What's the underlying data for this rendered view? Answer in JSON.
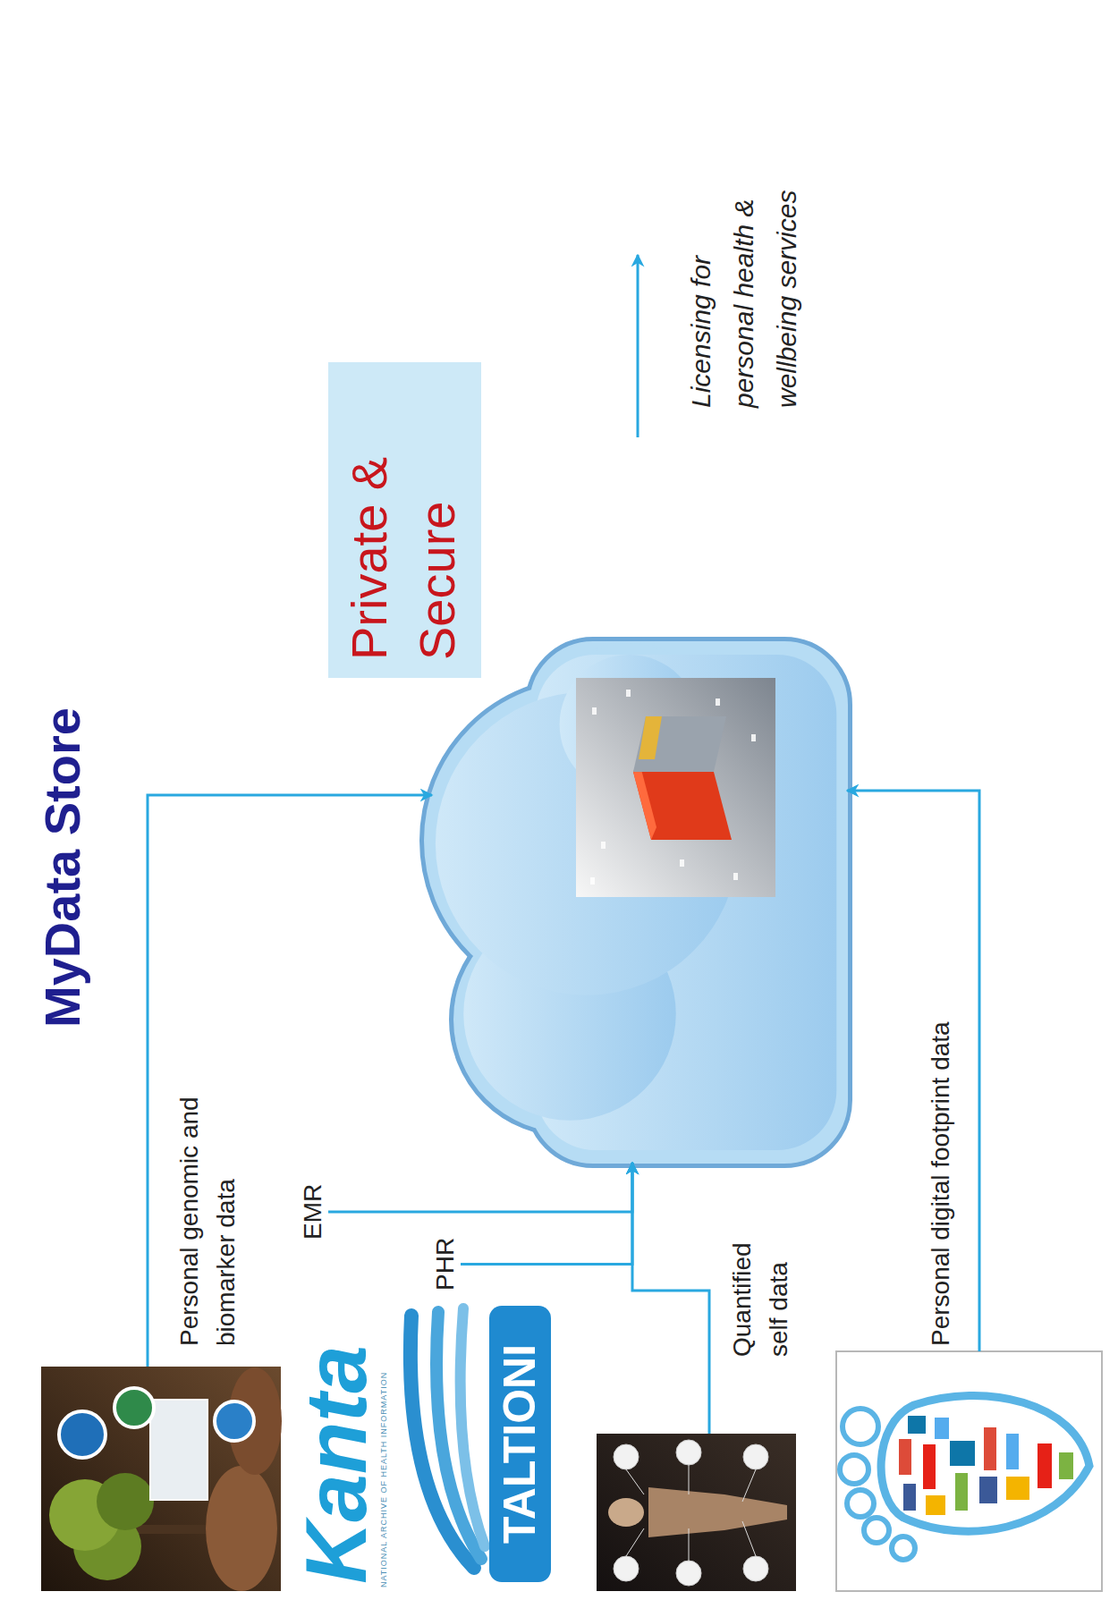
{
  "diagram": {
    "title": "MyData Store",
    "nodes": [
      {
        "text": [
          "Personal genomic and biomarker data"
        ]
      },
      {
        "text": [
          "EMR"
        ]
      },
      {
        "text": [
          "PHR"
        ]
      },
      {
        "text": [
          "Quantified self data"
        ]
      },
      {
        "text": [
          "Personal digital footprint data"
        ]
      },
      {
        "text": [
          "Private & Secure"
        ]
      },
      {
        "text": [
          "Licensing for personal health & wellbeing services"
        ]
      }
    ],
    "edges": [
      {
        "from": 0,
        "to": 5,
        "arrow": "to"
      },
      {
        "from": 1,
        "to": 5,
        "arrow": "to"
      },
      {
        "from": 2,
        "to": 5,
        "arrow": "to"
      },
      {
        "from": 3,
        "to": 5,
        "arrow": "to"
      },
      {
        "from": 4,
        "to": 5,
        "arrow": "to"
      },
      {
        "from": 5,
        "to": 6,
        "arrow": "to"
      }
    ],
    "labels": [
      "Kanta",
      "NATIONAL ARCHIVE OF HEALTH INFORMATION",
      "TALTIONI"
    ]
  }
}
